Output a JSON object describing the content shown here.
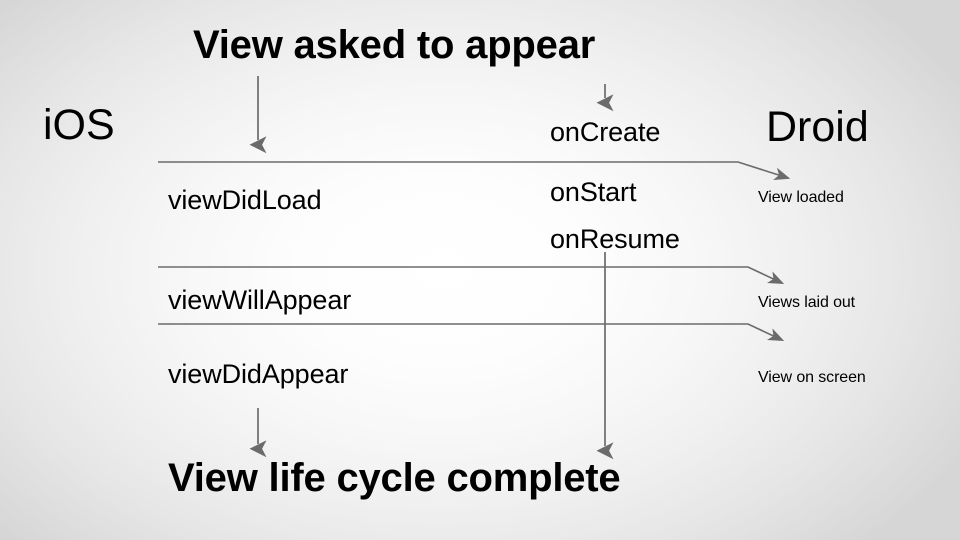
{
  "slide": {
    "background_center": "#ffffff",
    "background_edge": "#d6d6d6",
    "line_color": "#6b6b6b",
    "text_color": "#000000"
  },
  "titles": {
    "top": "View asked to appear",
    "bottom": "View life cycle complete"
  },
  "platforms": {
    "left": "iOS",
    "right": "Droid"
  },
  "ios_methods": [
    {
      "label": "viewDidLoad"
    },
    {
      "label": "viewWillAppear"
    },
    {
      "label": "viewDidAppear"
    }
  ],
  "android_callbacks": [
    {
      "label": "onCreate"
    },
    {
      "label": "onStart"
    },
    {
      "label": "onResume"
    }
  ],
  "states": [
    {
      "label": "View loaded"
    },
    {
      "label": "Views laid out"
    },
    {
      "label": "View on screen"
    }
  ],
  "connectors": {
    "rule_1": "lifecycle-rule-view-loaded",
    "rule_2": "lifecycle-rule-views-laid-out",
    "rule_3": "lifecycle-rule-view-on-screen",
    "ios_entry_arrow": "ios-entry-arrow",
    "ios_exit_arrow": "ios-exit-arrow",
    "droid_entry_arrow": "droid-entry-arrow",
    "droid_spine_arrow": "droid-spine-arrow"
  }
}
